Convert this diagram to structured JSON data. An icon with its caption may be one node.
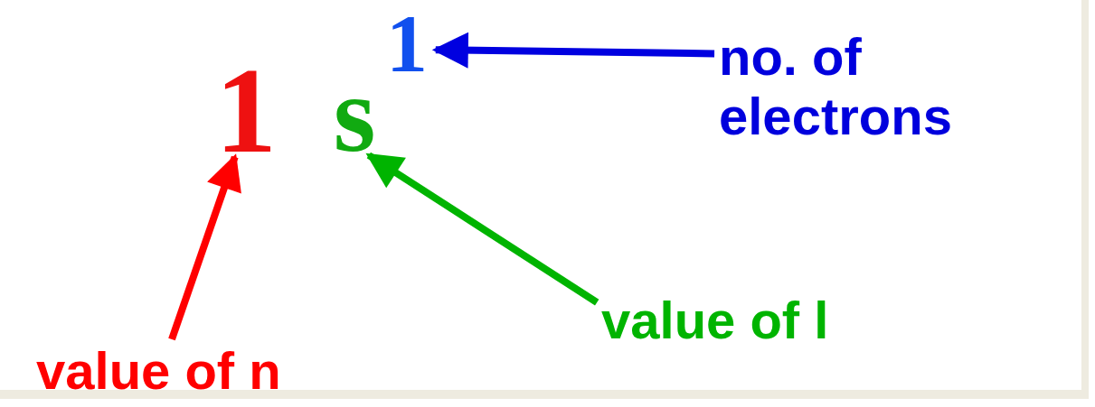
{
  "diagram": {
    "nodes": [
      {
        "text": [
          "1"
        ]
      },
      {
        "text": [
          "s"
        ]
      },
      {
        "text": [
          "1"
        ]
      },
      {
        "text": [
          "no. of electrons"
        ]
      },
      {
        "text": [
          "value of l"
        ]
      },
      {
        "text": [
          "value of n"
        ]
      }
    ],
    "edges": [
      {
        "from": 5,
        "to": 0,
        "arrow": "to",
        "color": "#ff0000"
      },
      {
        "from": 4,
        "to": 1,
        "arrow": "to",
        "color": "#00b400"
      },
      {
        "from": 3,
        "to": 2,
        "arrow": "to",
        "color": "#0000e0"
      }
    ]
  }
}
